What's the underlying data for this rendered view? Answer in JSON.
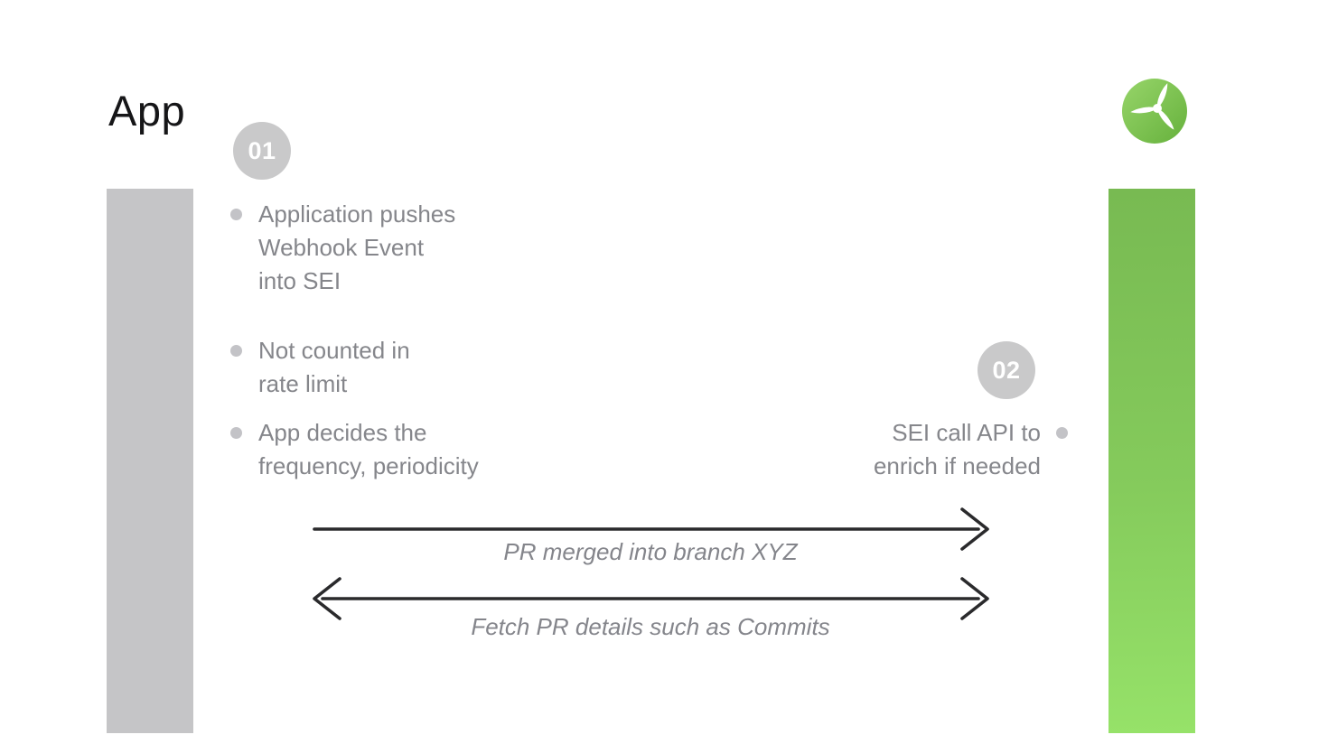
{
  "title": "App",
  "logo": {
    "icon": "turbine-propeller-icon",
    "circle_gradient_start": "#97d56a",
    "circle_gradient_end": "#66b13c",
    "blade_color": "#ffffff"
  },
  "steps": [
    {
      "number": "01",
      "bullets": [
        "Application pushes\nWebhook Event\ninto SEI",
        "Not counted in\nrate limit",
        "App decides the\nfrequency, periodicity"
      ]
    },
    {
      "number": "02",
      "bullets": [
        "SEI call API to\nenrich if needed"
      ]
    }
  ],
  "arrows": [
    {
      "direction": "right",
      "label": "PR merged into branch XYZ"
    },
    {
      "direction": "both",
      "label": "Fetch PR details such as Commits"
    }
  ],
  "colors": {
    "background": "#ffffff",
    "title_text": "#161618",
    "body_text_gray": "#85868b",
    "bar_gray": "#c5c5c7",
    "badge_gray": "#c9c9ca",
    "bullet_dot_gray": "#c3c3c7",
    "arrow_dark": "#2a2a2c",
    "green_bar_top": "#78ba52",
    "green_bar_bottom": "#96e269"
  }
}
